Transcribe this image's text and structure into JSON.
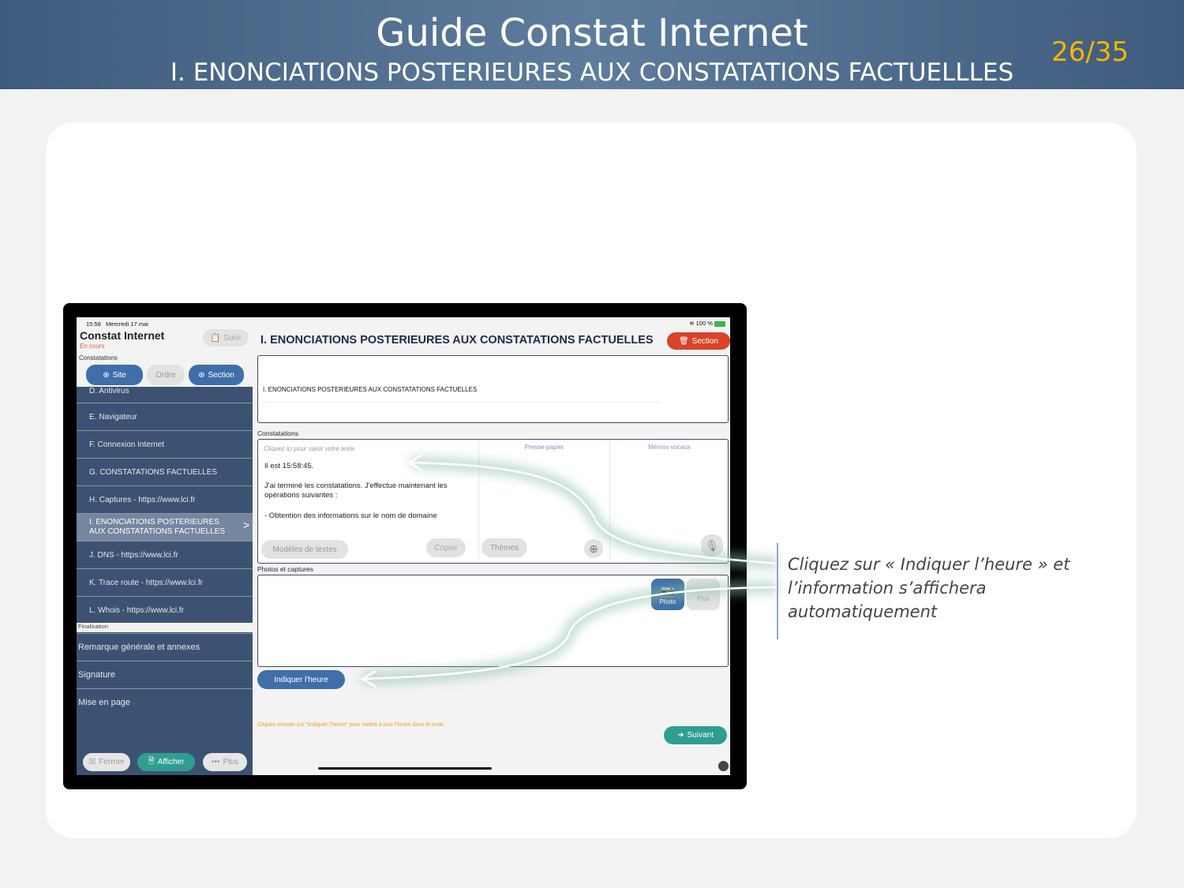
{
  "header": {
    "title": "Guide Constat Internet",
    "subtitle": "I. ENONCIATIONS POSTERIEURES AUX CONSTATATIONS FACTUELLLES",
    "page": "26/35"
  },
  "status": {
    "time": "15:58",
    "date": "Mercredi 17 mai",
    "battery": "100 %"
  },
  "app": {
    "title": "Constat Internet",
    "state": "En cours",
    "suivi": "Suivi",
    "section_constatations": "Constatations",
    "btn_site": "Site",
    "btn_ordre": "Ordre",
    "btn_section": "Section",
    "items": [
      "D. Antivirus",
      "E. Navigateur",
      "F. Connexion Internet",
      "G. CONSTATATIONS FACTUELLES",
      "H. Captures - https://www.lci.fr",
      "I. ENONCIATIONS POSTERIEURES AUX CONSTATATIONS FACTUELLES",
      "J. DNS - https://www.lci.fr",
      "K. Trace route - https://www.lci.fr",
      "L. Whois - https://www.lci.fr"
    ],
    "section_finalisation": "Finalisation",
    "final_items": [
      "Remarque générale et annexes",
      "Signature",
      "Mise en page"
    ],
    "btn_fermer": "Fermer",
    "btn_afficher": "Afficher",
    "btn_plus": "Plus"
  },
  "main": {
    "title": "I. ENONCIATIONS POSTERIEURES AUX CONSTATATIONS FACTUELLES",
    "delete_section": "Section",
    "title_field": "I. ENONCIATIONS POSTERIEURES AUX CONSTATATIONS FACTUELLES",
    "constatations_label": "Constatations",
    "placeholder": "Cliquez ici pour saisir votre texte",
    "text1": "Il est 15:58:45.",
    "text2": "J'ai terminé les constatations. J'effectue maintenant les opérations suivantes :",
    "text3": "- Obtention des informations sur le nom de domaine",
    "presse_papier": "Presse-papier",
    "memos": "Mémos vocaux",
    "modeles": "Modèles de textes",
    "copier": "Copier",
    "themes": "Thèmes",
    "photos_label": "Photos et captures",
    "photo": "Photo",
    "plus": "Plus",
    "indiquer": "Indiquer l'heure",
    "hint": "Cliquez ensuite sur \"Indiquer l'heure\" pour mettre à jour l'heure dans le texte.",
    "suivant": "Suivant"
  },
  "callout": "Cliquez sur « Indiquer l’heure » et l’information s’affichera automatiquement"
}
